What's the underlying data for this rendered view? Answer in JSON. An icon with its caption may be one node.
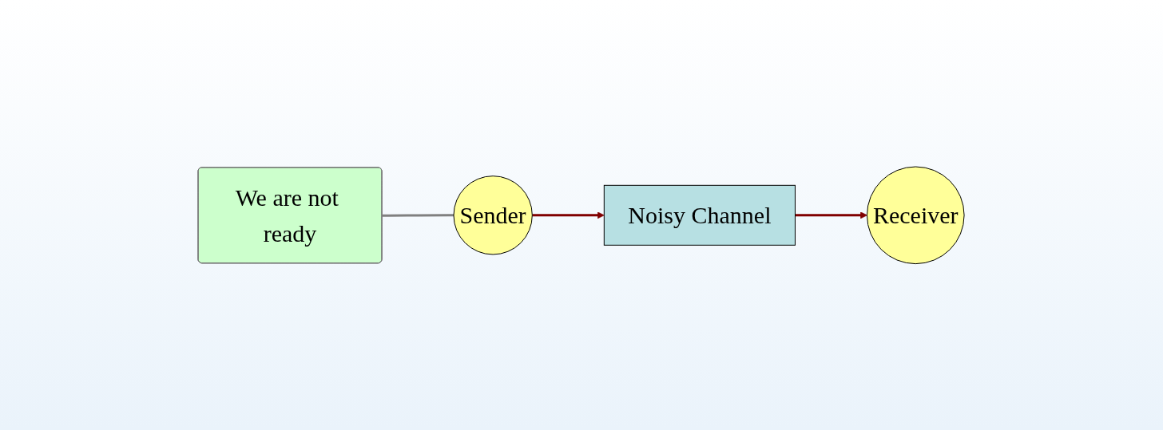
{
  "diagram": {
    "nodes": [
      {
        "text": [
          "We are not ready"
        ]
      },
      {
        "text": [
          "Sender"
        ]
      },
      {
        "text": [
          "Noisy Channel"
        ]
      },
      {
        "text": [
          "Receiver"
        ]
      }
    ],
    "edges": [
      {
        "from": 0,
        "to": 1,
        "arrow": "none",
        "color": "#808080"
      },
      {
        "from": 1,
        "to": 2,
        "arrow": "to"
      },
      {
        "from": 2,
        "to": 3,
        "arrow": "to"
      }
    ]
  }
}
